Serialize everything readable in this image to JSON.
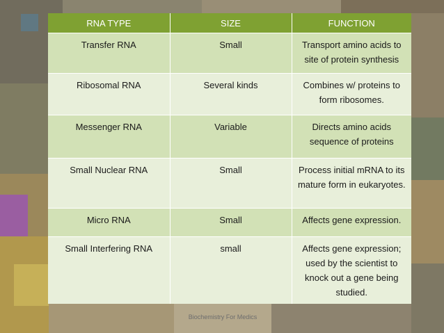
{
  "table": {
    "headers": [
      "RNA TYPE",
      "SIZE",
      "FUNCTION"
    ],
    "rows": [
      {
        "type": "Transfer RNA",
        "size": "Small",
        "function": "Transport amino acids to site of protein synthesis"
      },
      {
        "type": "Ribosomal RNA",
        "size": "Several kinds",
        "function": "Combines w/ proteins to form ribosomes."
      },
      {
        "type": "Messenger RNA",
        "size": "Variable",
        "function": "Directs amino acids sequence of proteins"
      },
      {
        "type": "Small Nuclear RNA",
        "size": "Small",
        "function": "Process initial mRNA to its mature form in eukaryotes."
      },
      {
        "type": "Micro RNA",
        "size": "Small",
        "function": "Affects gene expression."
      },
      {
        "type": "Small Interfering RNA",
        "size": "small",
        "function": "Affects gene expression; used by the scientist to knock out a gene being studied."
      }
    ]
  },
  "footer": {
    "text": "Biochemistry For Medics"
  },
  "colors": {
    "header": "#7fa132",
    "row_dark": "#d2e1b6",
    "row_light": "#e8efda"
  }
}
